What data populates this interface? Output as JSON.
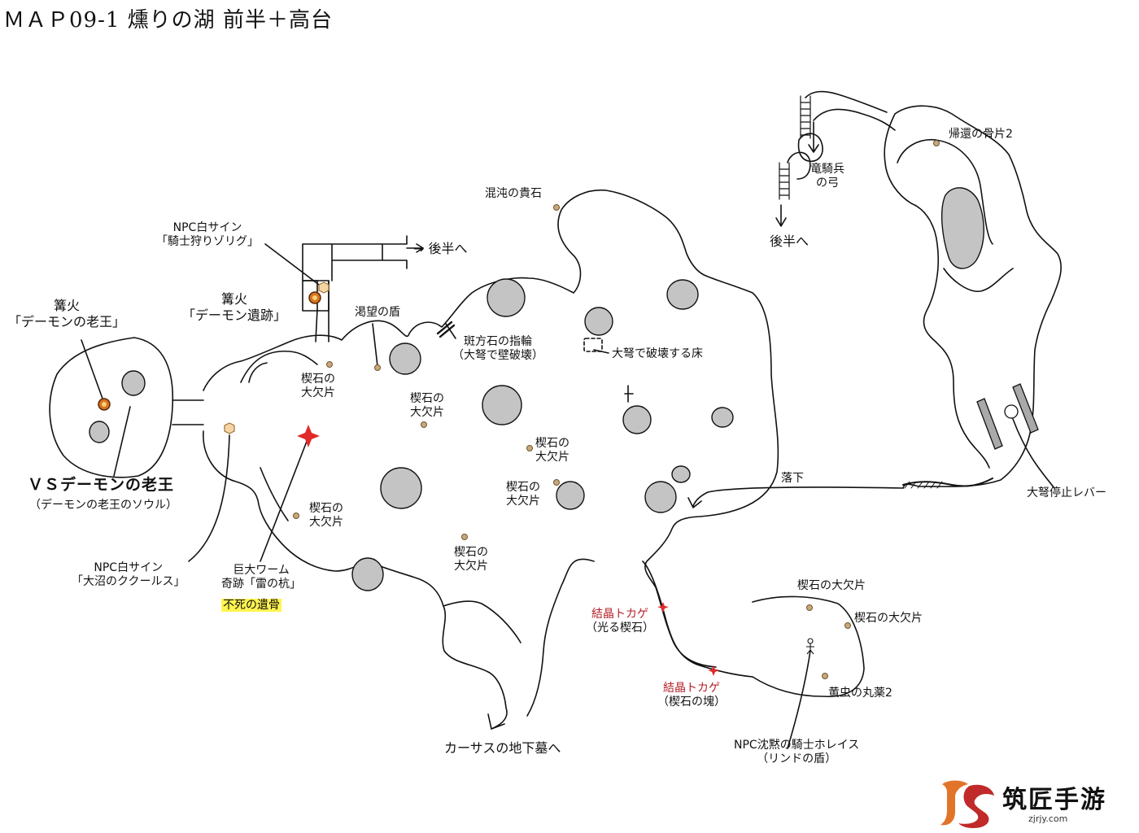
{
  "title": "ＭＡＰ09-1 燻りの湖 前半＋高台",
  "labels": {
    "to_latter_half_1": "→ 後半へ",
    "to_latter_half_2": "後半へ",
    "chaos_stone": "混沌の貴石",
    "return_bone": "帰還の骨片2",
    "dragon_bow_1": "竜騎兵",
    "dragon_bow_2": "の弓",
    "npc_sign_zorig_1": "NPC白サイン",
    "npc_sign_zorig_2": "「騎士狩りゾリグ」",
    "bonfire_ruins_1": "篝火",
    "bonfire_ruins_2": "「デーモン遺跡」",
    "bonfire_king_1": "篝火",
    "bonfire_king_2": "「デーモンの老王」",
    "longing_shield": "渇望の盾",
    "speckled_ring_1": "斑方石の指輪",
    "speckled_ring_2": "（大弩で壁破壊）",
    "ballista_floor": "大弩で破壊する床",
    "wedge_1": "楔石の",
    "wedge_2": "大欠片",
    "boss_1": "ＶＳデーモンの老王",
    "boss_2": "（デーモンの老王のソウル）",
    "fall": "落下",
    "ballista_lever": "大弩停止レバー",
    "npc_kukulus_1": "NPC白サイン",
    "npc_kukulus_2": "「大沼のククールス」",
    "worm_1": "巨大ワーム",
    "worm_2": "奇跡「雷の杭」",
    "undead_bone": "不死の遺骨",
    "lizard_1a": "結晶トカゲ",
    "lizard_1b": "（光る楔石）",
    "lizard_2a": "結晶トカゲ",
    "lizard_2b": "（楔石の塊）",
    "wedge_large_1": "楔石の大欠片",
    "wedge_large_2": "楔石の大欠片",
    "moss": "黄虫の丸薬2",
    "to_catacombs": "カーサスの地下墓へ",
    "npc_horace_1": "NPC沈黙の騎士ホレイス",
    "npc_horace_2": "（リンドの盾）"
  },
  "logo": {
    "name": "筑匠手游",
    "url": "zjrjy.com",
    "mark": "JS"
  },
  "colors": {
    "line": "#111111",
    "rock": "#c4c4c4",
    "bonfire": "#d9731f",
    "item": "#c9a878",
    "red": "#e02a2a",
    "highlight": "#fff44f",
    "ballista": "#a9a9a9"
  }
}
